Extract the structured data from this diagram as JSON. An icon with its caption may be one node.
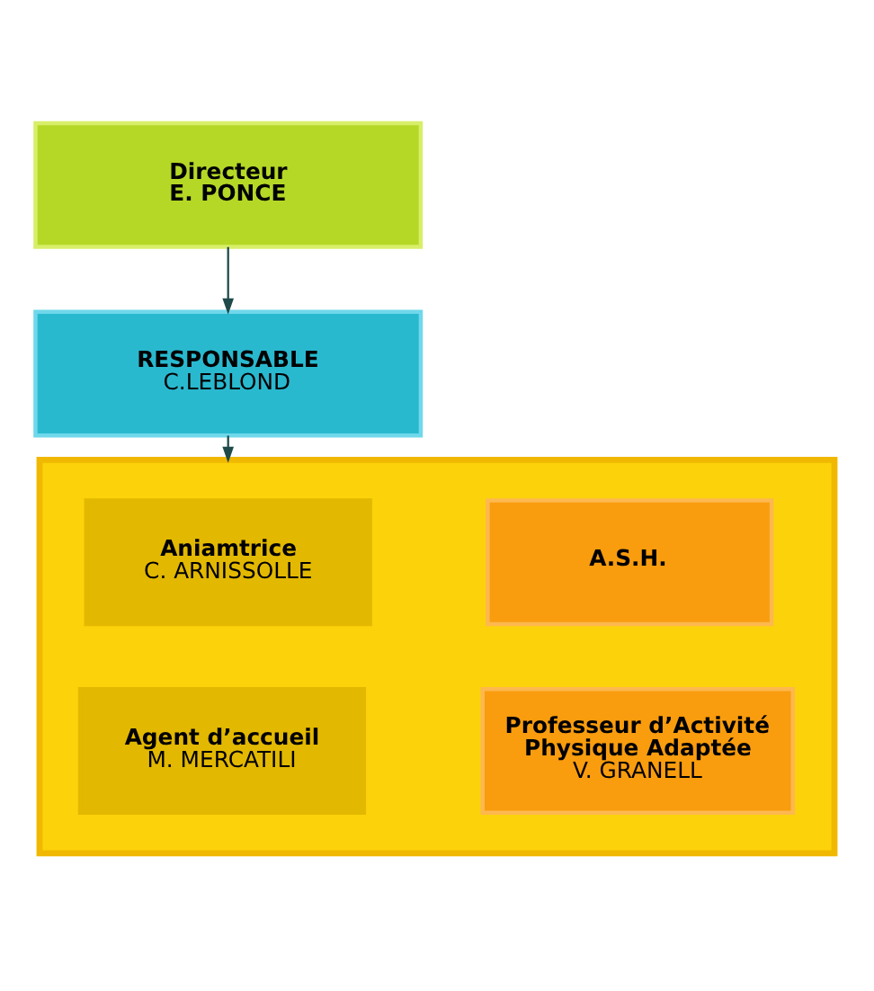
{
  "diagram": {
    "nodes": [
      {
        "text": [
          "Directeur",
          "E. PONCE"
        ]
      },
      {
        "text": [
          "RESPONSABLE",
          "C.LEBLOND"
        ]
      },
      {
        "text": [],
        "shape": "box"
      },
      {
        "text": [
          "Aniamtrice",
          "C. ARNISSOLLE"
        ],
        "in": 2
      },
      {
        "text": [
          "A.S.H."
        ],
        "in": 2
      },
      {
        "text": [
          "Agent d’accueil",
          "M. MERCATILI"
        ],
        "in": 2
      },
      {
        "text": [
          "Professeur d’Activité Physique Adaptée",
          "V. GRANELL"
        ],
        "in": 2
      }
    ],
    "edges": [
      {
        "from": 0,
        "to": 1,
        "arrow": "to"
      },
      {
        "from": 1,
        "to": 2,
        "arrow": "to"
      }
    ]
  }
}
